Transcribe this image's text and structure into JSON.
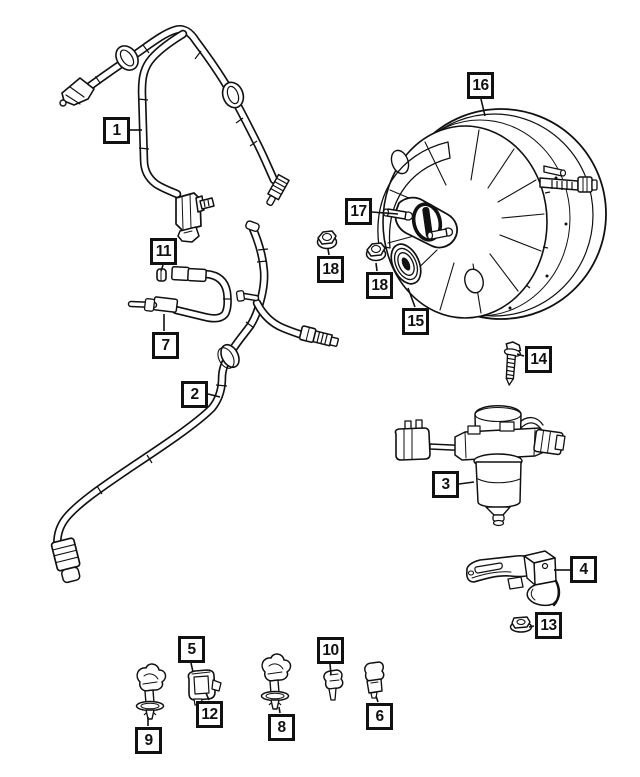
{
  "figure": {
    "type": "exploded-parts-diagram",
    "background_color": "#ffffff",
    "line_color": "#111111",
    "callout_box_border_color": "#111111",
    "callout_box_fill": "#ffffff"
  },
  "callouts": [
    {
      "number": "1"
    },
    {
      "number": "2"
    },
    {
      "number": "3"
    },
    {
      "number": "4"
    },
    {
      "number": "5"
    },
    {
      "number": "6"
    },
    {
      "number": "7"
    },
    {
      "number": "8"
    },
    {
      "number": "9"
    },
    {
      "number": "10"
    },
    {
      "number": "11"
    },
    {
      "number": "12"
    },
    {
      "number": "13"
    },
    {
      "number": "14"
    },
    {
      "number": "15"
    },
    {
      "number": "16"
    },
    {
      "number": "17"
    },
    {
      "number": "18"
    },
    {
      "number": "18"
    }
  ]
}
